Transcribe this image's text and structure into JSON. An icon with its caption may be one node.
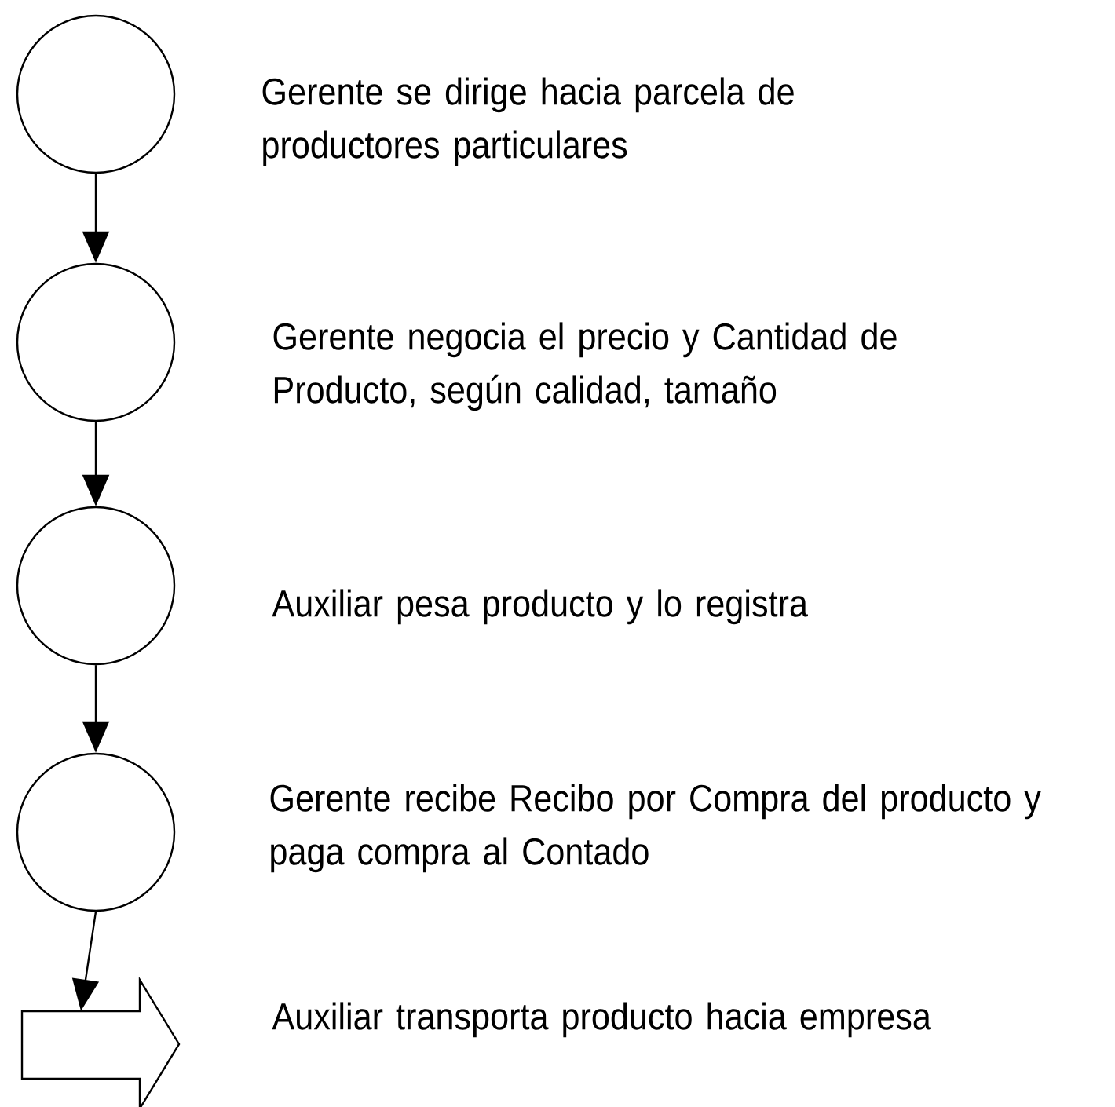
{
  "diagram": {
    "nodes": [
      {
        "text": [],
        "shape": "circle",
        "beside": [
          "Gerente se dirige hacia parcela de productores particulares"
        ]
      },
      {
        "text": [],
        "shape": "circle",
        "beside": [
          "Gerente negocia el precio y Cantidad de Producto, según calidad, tamaño"
        ]
      },
      {
        "text": [],
        "shape": "circle",
        "beside": [
          "Auxiliar pesa producto y lo registra"
        ]
      },
      {
        "text": [],
        "shape": "circle",
        "beside": [
          "Gerente recibe Recibo por Compra del producto y paga compra al Contado"
        ]
      },
      {
        "text": [],
        "shape": "arrow",
        "beside": [
          "Auxiliar transporta producto hacia empresa"
        ]
      }
    ],
    "edges": [
      {
        "from": 0,
        "to": 1,
        "arrow": "to"
      },
      {
        "from": 1,
        "to": 2,
        "arrow": "to"
      },
      {
        "from": 2,
        "to": 3,
        "arrow": "to"
      },
      {
        "from": 3,
        "to": 4,
        "arrow": "to"
      }
    ]
  }
}
